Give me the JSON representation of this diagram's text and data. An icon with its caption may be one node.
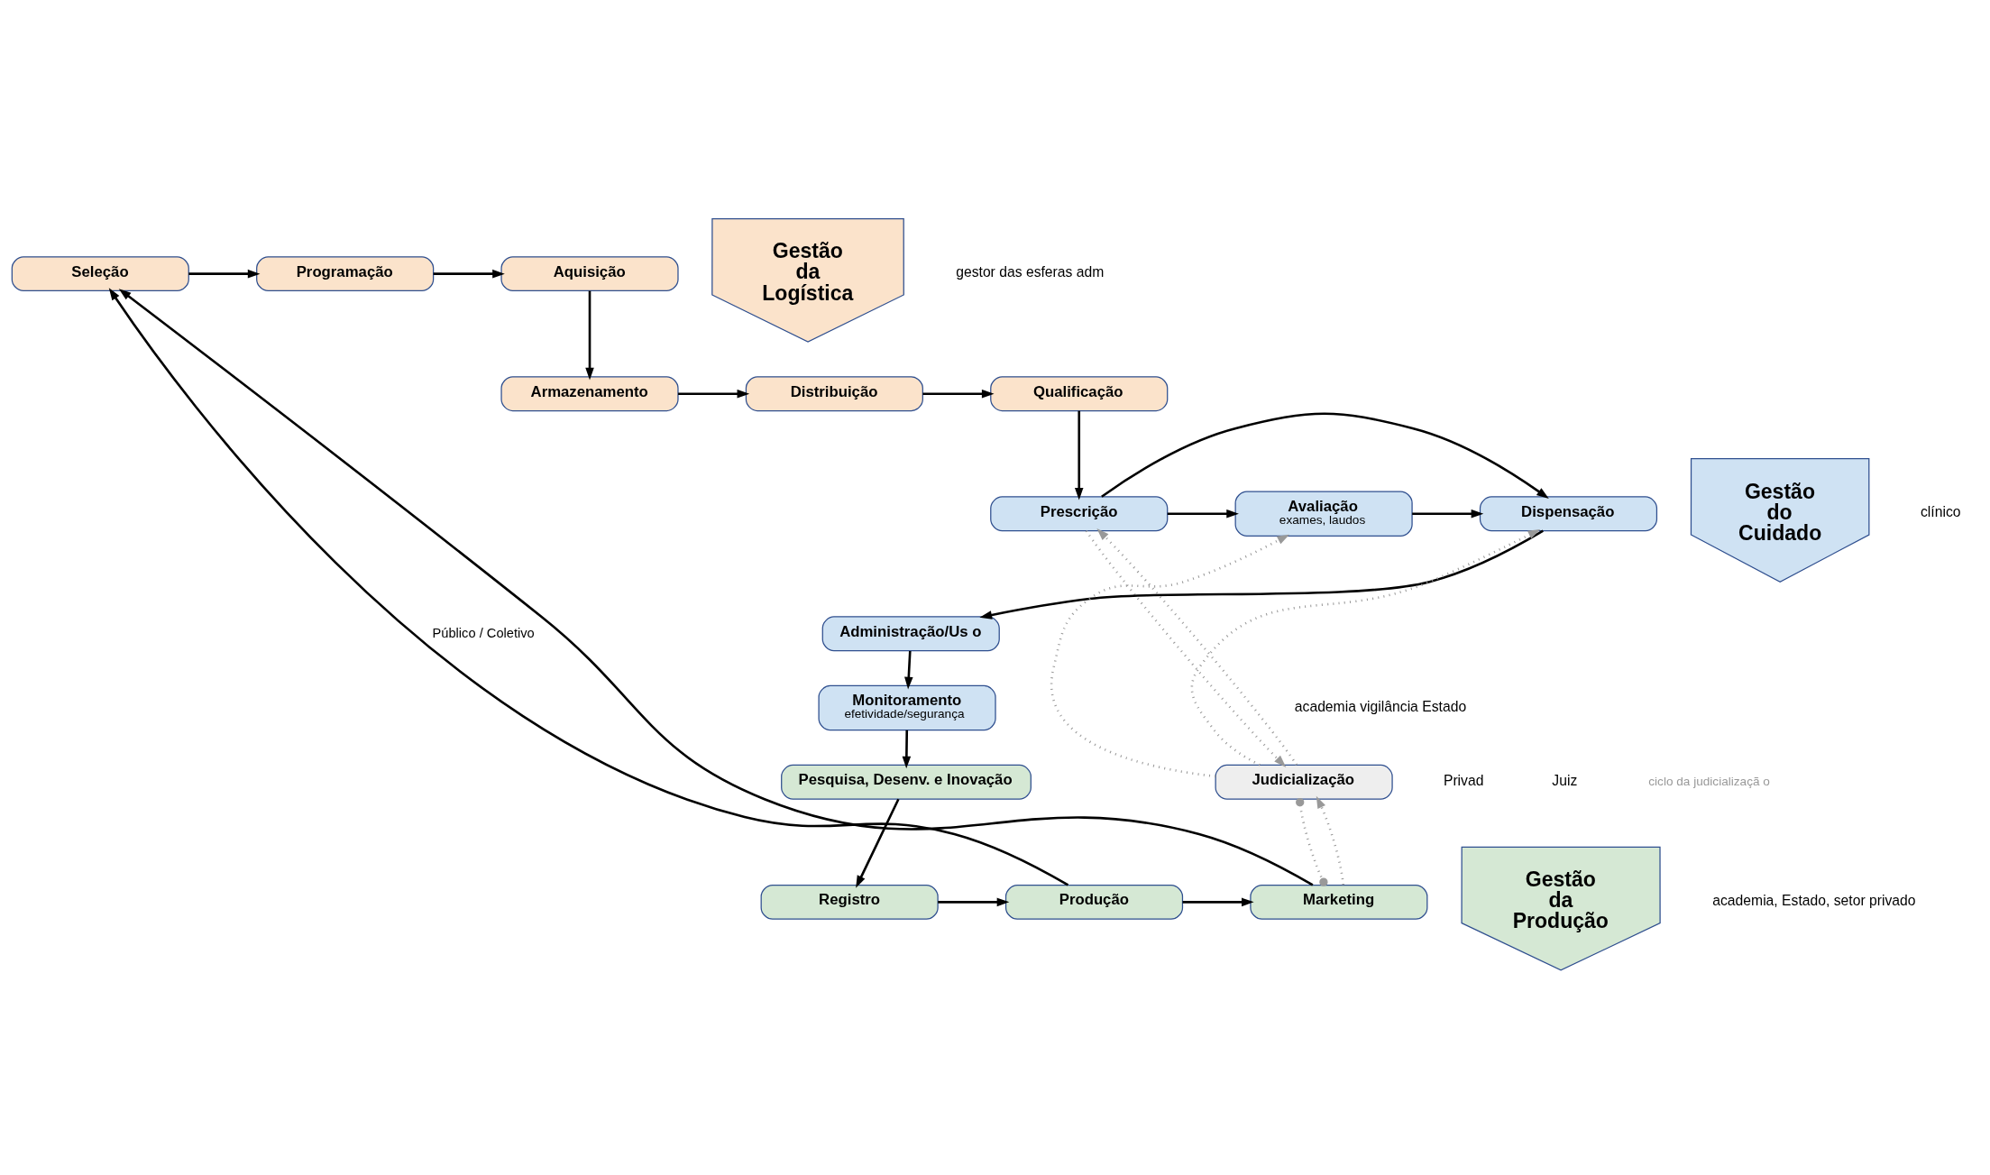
{
  "diagram": {
    "nodes": [
      {
        "text": [
          "Seleção"
        ]
      },
      {
        "text": [
          "Programação"
        ]
      },
      {
        "text": [
          "Aquisição"
        ]
      },
      {
        "text": [
          "Armazenamento"
        ]
      },
      {
        "text": [
          "Distribuição"
        ]
      },
      {
        "text": [
          "Qualificação"
        ]
      },
      {
        "text": [
          "Prescrição"
        ]
      },
      {
        "text": [
          "Avaliação",
          "exames, laudos"
        ]
      },
      {
        "text": [
          "Dispensação"
        ]
      },
      {
        "text": [
          "Administração/Us o"
        ]
      },
      {
        "text": [
          "Monitoramento",
          "efetividade/segurança"
        ]
      },
      {
        "text": [
          "Pesquisa, Desenv. e Inovação"
        ]
      },
      {
        "text": [
          "Registro"
        ]
      },
      {
        "text": [
          "Produção"
        ]
      },
      {
        "text": [
          "Marketing"
        ]
      },
      {
        "text": [
          "Judicialização"
        ]
      },
      {
        "text": [
          "Gestão da Logística"
        ]
      },
      {
        "text": [
          "Gestão do Cuidado"
        ]
      },
      {
        "text": [
          "Gestão da Produção"
        ]
      }
    ],
    "edges": [
      {
        "from": 0,
        "to": 1,
        "arrow": "to"
      },
      {
        "from": 1,
        "to": 2,
        "arrow": "to"
      },
      {
        "from": 2,
        "to": 3,
        "arrow": "to"
      },
      {
        "from": 3,
        "to": 4,
        "arrow": "to"
      },
      {
        "from": 4,
        "to": 5,
        "arrow": "to"
      },
      {
        "from": 5,
        "to": 6,
        "arrow": "to"
      },
      {
        "from": 6,
        "to": 7,
        "arrow": "to"
      },
      {
        "from": 7,
        "to": 8,
        "arrow": "to"
      },
      {
        "from": 6,
        "to": 8,
        "arrow": "to"
      },
      {
        "from": 8,
        "to": 9,
        "arrow": "to"
      },
      {
        "from": 9,
        "to": 10,
        "arrow": "to"
      },
      {
        "from": 10,
        "to": 11,
        "arrow": "to"
      },
      {
        "from": 11,
        "to": 12,
        "arrow": "to"
      },
      {
        "from": 12,
        "to": 13,
        "arrow": "to"
      },
      {
        "from": 13,
        "to": 14,
        "arrow": "to"
      },
      {
        "from": 14,
        "to": 0,
        "arrow": "to"
      },
      {
        "from": 13,
        "to": 0,
        "arrow": "to",
        "label": "Público / Coletivo"
      },
      {
        "from": 6,
        "to": 15,
        "arrow": "to",
        "style": "dashed",
        "color": "#999999"
      },
      {
        "from": 14,
        "to": 15,
        "arrow": "to",
        "style": "dashed",
        "color": "#999999"
      },
      {
        "from": 15,
        "to": 7,
        "arrow": "to",
        "style": "dashed",
        "color": "#999999"
      },
      {
        "from": 15,
        "to": 8,
        "arrow": "to",
        "style": "dashed",
        "color": "#999999"
      },
      {
        "from": 15,
        "to": 6,
        "arrow": "to",
        "style": "dashed",
        "color": "#999999"
      },
      {
        "from": 15,
        "to": 14,
        "arrow": "other",
        "style": "dashed",
        "color": "#999999"
      }
    ],
    "labels": [
      "gestor das esferas adm",
      "clínico",
      "academia vigilância Estado",
      "academia, Estado, setor privado",
      "Privad",
      "Juiz"
    ],
    "legend": [
      {
        "text": "ciclo da judicializaçã o"
      }
    ]
  }
}
